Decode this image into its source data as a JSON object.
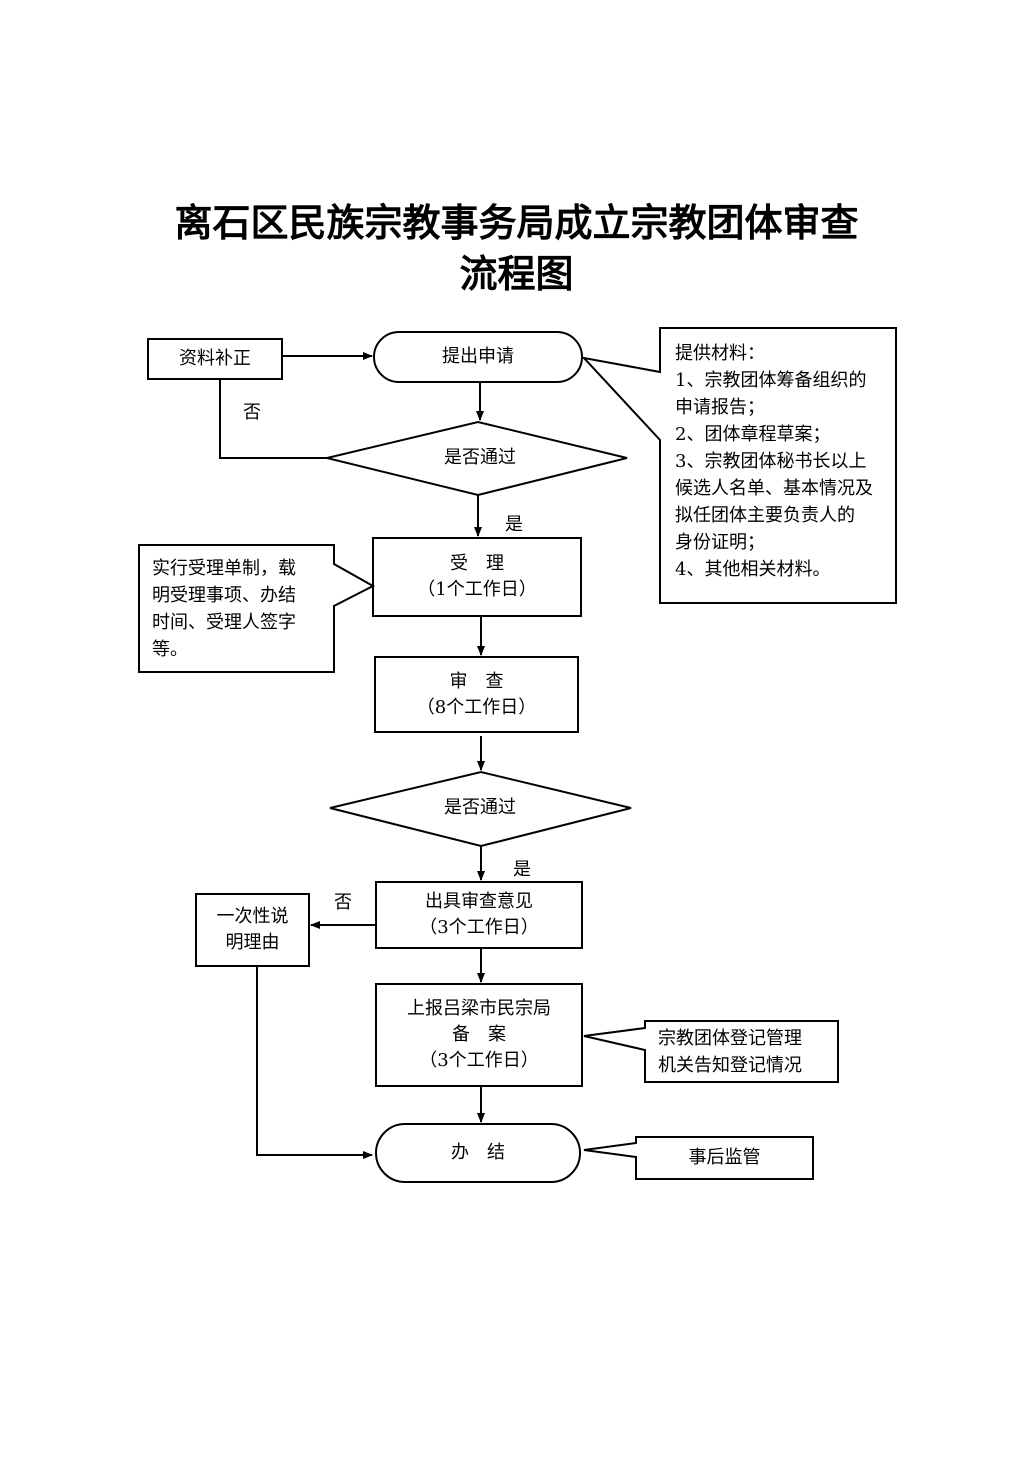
{
  "title": {
    "line1": "离石区民族宗教事务局成立宗教团体审查",
    "line2": "流程图"
  },
  "nodes": {
    "supplement": "资料补正",
    "apply": "提出申请",
    "decision1": "是否通过",
    "accept": "受　理\n（1个工作日）",
    "review": "审　查\n（8个工作日）",
    "decision2": "是否通过",
    "opinion": "出具审查意见\n（3个工作日）",
    "explain": "一次性说\n明理由",
    "report": "上报吕梁市民宗局\n备　案\n（3个工作日）",
    "complete": "办　结"
  },
  "notes": {
    "materials": "提供材料：\n1、宗教团体筹备组织的\n申请报告；\n2、团体章程草案；\n3、宗教团体秘书长以上\n候选人名单、基本情况及\n拟任团体主要负责人的\n身份证明；\n4、其他相关材料。",
    "accept_note": "实行受理单制，载\n明受理事项、办结\n时间、受理人签字\n等。",
    "registration": "宗教团体登记管理\n机关告知登记情况",
    "supervision": "事后监管"
  },
  "labels": {
    "no1": "否",
    "yes1": "是",
    "yes2": "是",
    "no2": "否"
  }
}
